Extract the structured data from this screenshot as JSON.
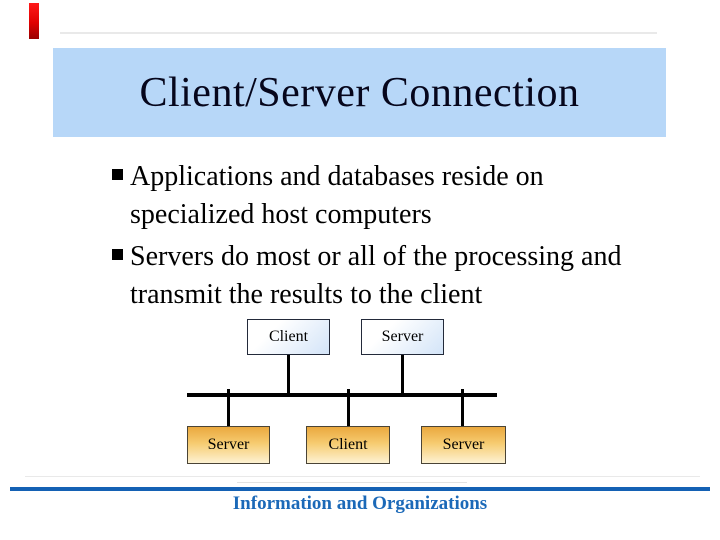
{
  "colors": {
    "background": "#ffffff",
    "title_bar": "#b7d7f8",
    "title_text": "#06061c",
    "body_text": "#000000",
    "red_accent_top": "#ff1a1a",
    "red_accent_bottom": "#990000",
    "shadow_line": "#e9e9e9",
    "top_node_border": "#232a3a",
    "top_node_fill_end": "#d3e4f8",
    "bottom_node_border": "#4a4436",
    "bottom_node_fill_start": "#eaa83e",
    "bottom_node_fill_mid": "#f6cb70",
    "bottom_node_fill_end": "#fdf2d2",
    "connector": "#000000",
    "footer_line": "#1461b4",
    "footer_text": "#1b69b8"
  },
  "title": {
    "text": "Client/Server Connection"
  },
  "bullets": {
    "items": [
      {
        "lines": [
          "Applications and databases reside on",
          "specialized host computers"
        ]
      },
      {
        "lines": [
          "Servers do most or all of the processing and",
          "transmit the results to the client"
        ]
      }
    ]
  },
  "diagram": {
    "top_nodes": [
      {
        "label": "Client"
      },
      {
        "label": "Server"
      }
    ],
    "bottom_nodes": [
      {
        "label": "Server"
      },
      {
        "label": "Client"
      },
      {
        "label": "Server"
      }
    ]
  },
  "footer": {
    "text": "Information and Organizations"
  }
}
